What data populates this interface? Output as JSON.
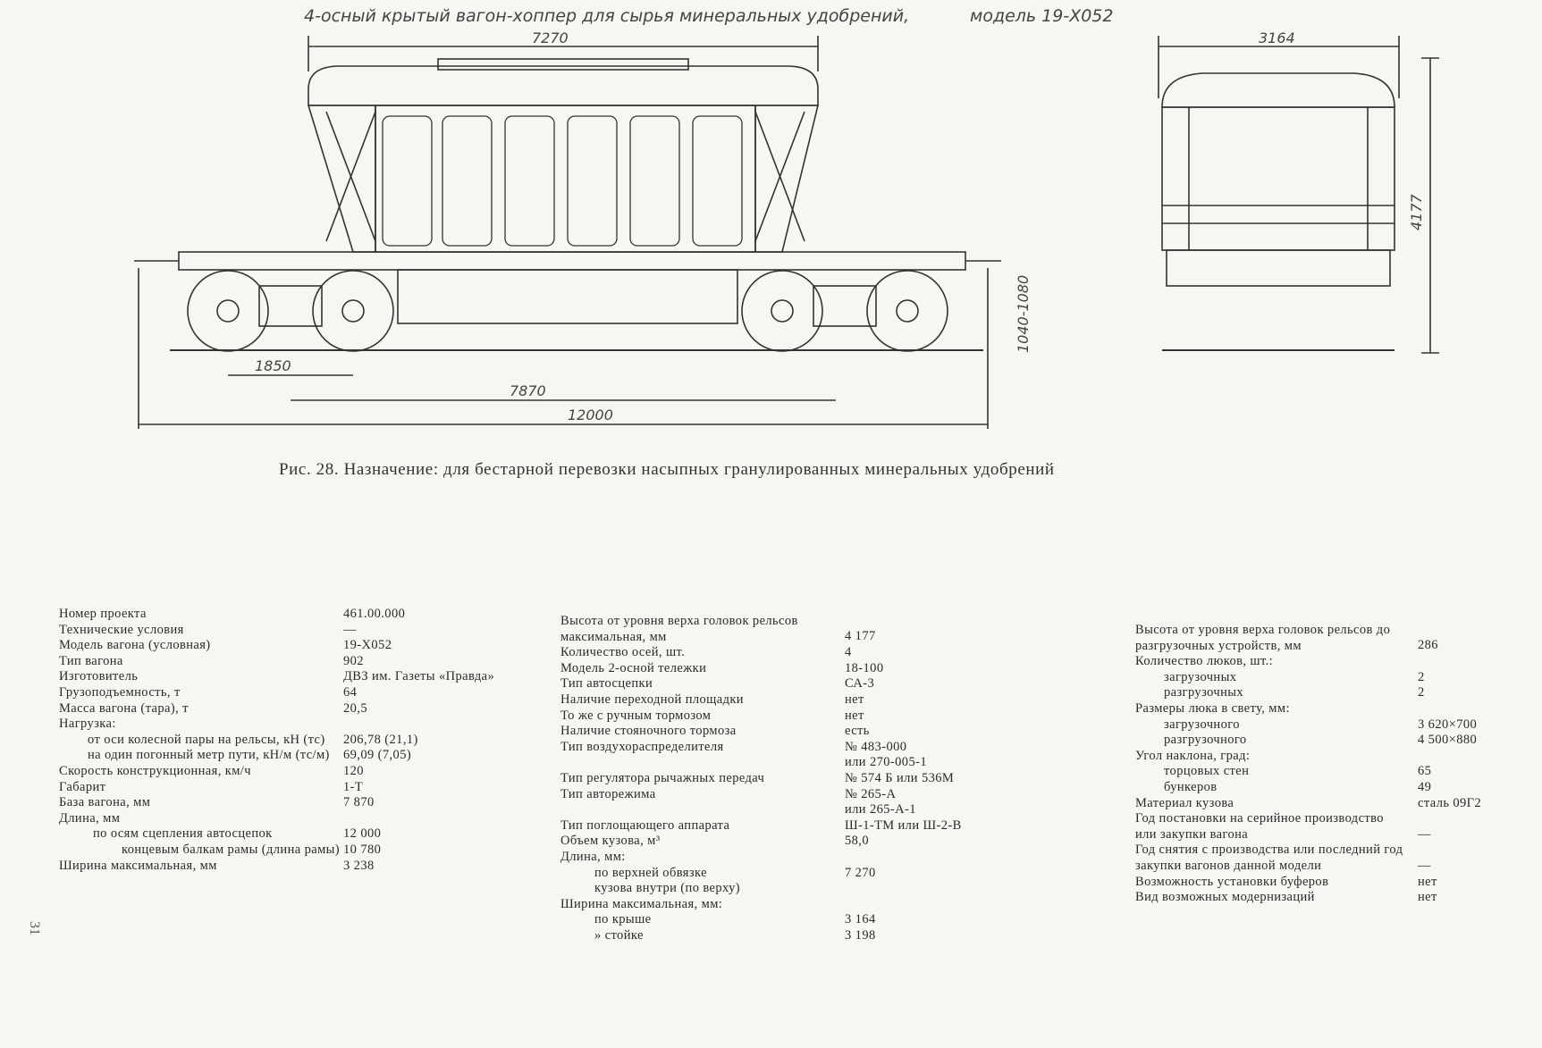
{
  "drawing": {
    "title": "4-осный крытый вагон-хоппер для сырья минеральных удобрений,",
    "model": "модель 19-Х052",
    "dims": {
      "body_length": "7270",
      "bogie_base": "1850",
      "wagon_base": "7870",
      "coupler_length": "12000",
      "buffer_height": "1040-1080",
      "width": "3164",
      "height": "4177"
    }
  },
  "caption": "Рис. 28. Назначение: для бестарной перевозки насыпных гранулированных минеральных удобрений",
  "page_number": "31",
  "col1": [
    {
      "label": "Номер проекта",
      "value": "461.00.000"
    },
    {
      "label": "Технические условия",
      "value": "—"
    },
    {
      "label": "Модель вагона (условная)",
      "value": "19-Х052"
    },
    {
      "label": "Тип вагона",
      "value": "902"
    },
    {
      "label": "Изготовитель",
      "value": "ДВЗ им. Газеты «Правда»"
    },
    {
      "label": "Грузоподъемность, т",
      "value": "64"
    },
    {
      "label": "Масса вагона (тара), т",
      "value": "20,5"
    },
    {
      "label": "Нагрузка:",
      "value": ""
    },
    {
      "label": "от оси колесной пары на рельсы, кН (тс)",
      "value": "206,78 (21,1)",
      "indent": 1
    },
    {
      "label": "на один погонный метр пути, кН/м (тс/м)",
      "value": "69,09 (7,05)",
      "indent": 1
    },
    {
      "label": "Скорость конструкционная, км/ч",
      "value": "120"
    },
    {
      "label": "Габарит",
      "value": "1-Т"
    },
    {
      "label": "База вагона, мм",
      "value": "7 870"
    },
    {
      "label": "Длина, мм",
      "value": ""
    },
    {
      "label": "по осям сцепления автосцепок",
      "value": "12 000",
      "indent": 2
    },
    {
      "label": "концевым балкам рамы (длина рамы)",
      "value": "10 780",
      "indent": 3
    },
    {
      "label": "Ширина максимальная, мм",
      "value": "3 238"
    }
  ],
  "col2": [
    {
      "label": "Высота от уровня верха головок рельсов максимальная, мм",
      "value": "4 177"
    },
    {
      "label": "Количество осей, шт.",
      "value": "4"
    },
    {
      "label": "Модель 2-осной тележки",
      "value": "18-100"
    },
    {
      "label": "Тип автосцепки",
      "value": "СА-3"
    },
    {
      "label": "Наличие переходной площадки",
      "value": "нет"
    },
    {
      "label": "То же с ручным тормозом",
      "value": "нет"
    },
    {
      "label": "Наличие стояночного тормоза",
      "value": "есть"
    },
    {
      "label": "Тип воздухораспределителя",
      "value": "№ 483-000",
      "value2": "или 270-005-1"
    },
    {
      "label": "Тип регулятора рычажных передач",
      "value": "№ 574 Б или 536М"
    },
    {
      "label": "Тип авторежима",
      "value": "№ 265-А",
      "value2": "или 265-А-1"
    },
    {
      "label": "Тип поглощающего аппарата",
      "value": "Ш-1-ТМ или Ш-2-В"
    },
    {
      "label": "Объем кузова, м³",
      "value": "58,0"
    },
    {
      "label": "Длина, мм:",
      "value": ""
    },
    {
      "label": "по верхней обвязке",
      "value": "7 270",
      "indent": 2
    },
    {
      "label": "кузова внутри (по верху)",
      "value": "",
      "indent": 2
    },
    {
      "label": "Ширина максимальная, мм:",
      "value": ""
    },
    {
      "label": "по крыше",
      "value": "3 164",
      "indent": 2
    },
    {
      "label": "» стойке",
      "value": "3 198",
      "indent": 2
    }
  ],
  "col3": [
    {
      "label": "Высота от уровня верха головок рельсов до разгрузочных устройств, мм",
      "value": "286"
    },
    {
      "label": "Количество люков, шт.:",
      "value": ""
    },
    {
      "label": "загрузочных",
      "value": "2",
      "indent": 1
    },
    {
      "label": "разгрузочных",
      "value": "2",
      "indent": 1
    },
    {
      "label": "Размеры люка в свету, мм:",
      "value": ""
    },
    {
      "label": "загрузочного",
      "value": "3 620×700",
      "indent": 1
    },
    {
      "label": "разгрузочного",
      "value": "4 500×880",
      "indent": 1
    },
    {
      "label": "Угол наклона, град:",
      "value": ""
    },
    {
      "label": "торцовых стен",
      "value": "65",
      "indent": 1
    },
    {
      "label": "бункеров",
      "value": "49",
      "indent": 1
    },
    {
      "label": "Материал кузова",
      "value": "сталь 09Г2"
    },
    {
      "label": "Год постановки на серийное производство или закупки вагона",
      "value": "—"
    },
    {
      "label": "Год снятия с производства или последний год закупки вагонов данной модели",
      "value": "—"
    },
    {
      "label": "Возможность установки буферов",
      "value": "нет"
    },
    {
      "label": "Вид возможных модернизаций",
      "value": "нет"
    }
  ]
}
